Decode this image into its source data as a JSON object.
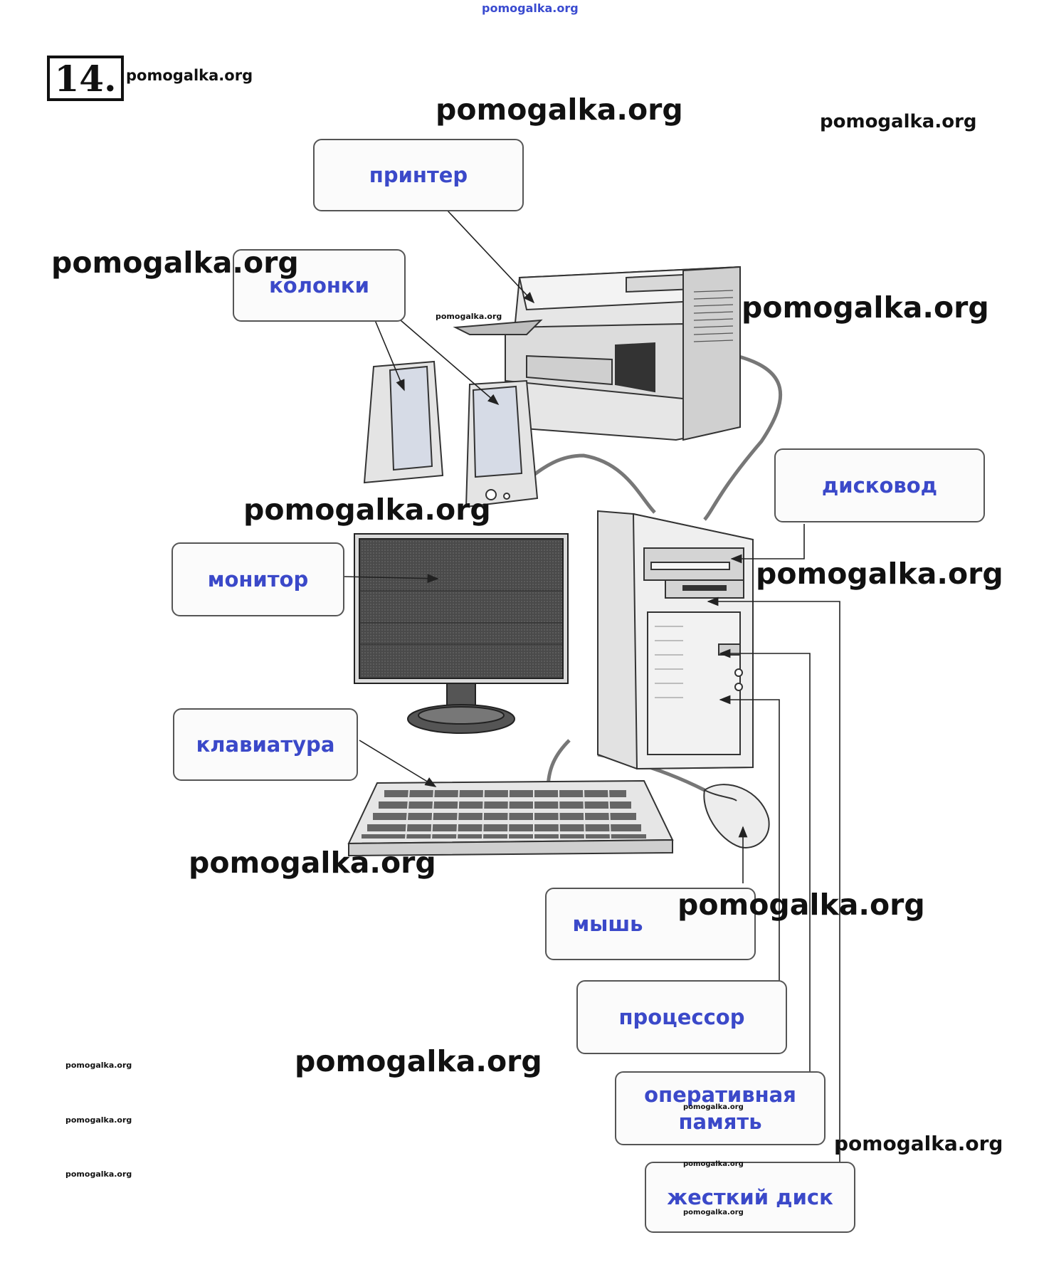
{
  "task_number": "14.",
  "labels": {
    "printer": "принтер",
    "speakers": "колонки",
    "drive": "дисковод",
    "monitor": "монитор",
    "keyboard": "клавиатура",
    "mouse": "мышь",
    "processor": "процессор",
    "ram_line1": "оперативная",
    "ram_line2": "память",
    "hdd": "жесткий диск"
  },
  "watermark": "pomogalka.org",
  "watermark_top": "pomogalka.org"
}
